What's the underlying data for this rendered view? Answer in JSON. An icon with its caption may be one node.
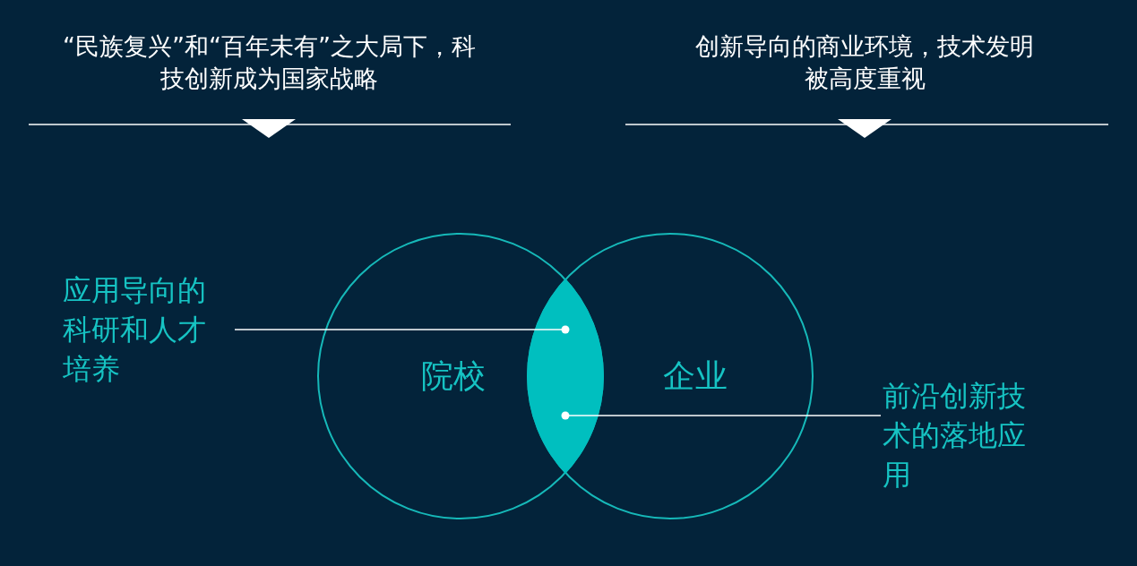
{
  "diagram": {
    "nodes": [
      {
        "text": [
          "院校"
        ]
      },
      {
        "text": [
          "企业"
        ]
      },
      {
        "text": [],
        "shape": "lens"
      },
      {
        "text": [
          "应用导向的科研和人才培养"
        ]
      },
      {
        "text": [
          "前沿创新技术的落地应用"
        ]
      }
    ],
    "edges": [
      {
        "from": 3,
        "to": 2,
        "arrow": "other"
      },
      {
        "from": 4,
        "to": 2,
        "arrow": "other"
      }
    ],
    "labels": [
      "“民族复兴”和“百年未有”之大局下，科技创新成为国家战略",
      "创新导向的商业环境，技术发明被高度重视"
    ]
  }
}
